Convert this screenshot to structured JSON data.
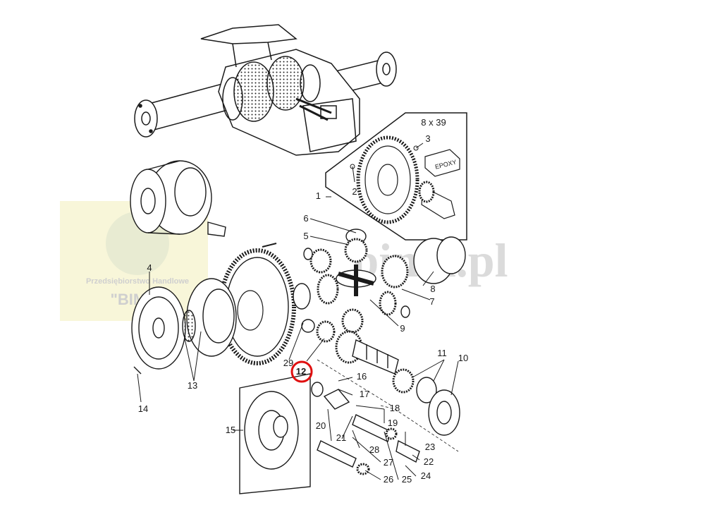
{
  "watermark": {
    "company_line": "Przedsiębiorstwo Handlowe",
    "company_name": "\"BIMA\"",
    "site": "bima.pl"
  },
  "box_top": {
    "ratio": "8 x 39",
    "epoxy": "EPOXY"
  },
  "parts": {
    "p1": "1",
    "p2": "2",
    "p3": "3",
    "p4": "4",
    "p5": "5",
    "p6": "6",
    "p7": "7",
    "p8": "8",
    "p9": "9",
    "p10": "10",
    "p11": "11",
    "p12": "12",
    "p13": "13",
    "p14": "14",
    "p15": "15",
    "p16": "16",
    "p17": "17",
    "p18": "18",
    "p19": "19",
    "p20": "20",
    "p21": "21",
    "p22": "22",
    "p23": "23",
    "p24": "24",
    "p25": "25",
    "p26": "26",
    "p27": "27",
    "p28": "28",
    "p29": "29"
  },
  "highlight": {
    "part": "12",
    "color": "#e01010"
  },
  "colors": {
    "line": "#1a1a1a",
    "watermark_text": "#c9c9c9",
    "watermark_block": "#f7f5d5"
  }
}
